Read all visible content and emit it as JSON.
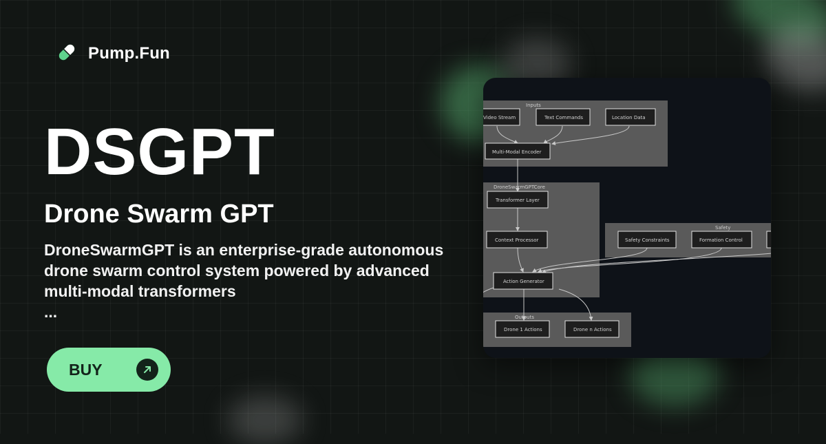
{
  "brand": {
    "name": "Pump.Fun",
    "icon": "pill-icon"
  },
  "token": {
    "symbol": "DSGPT",
    "name": "Drone Swarm GPT",
    "description": "DroneSwarmGPT is an enterprise-grade autonomous drone swarm control system powered by advanced multi-modal transformers",
    "ellipsis": "..."
  },
  "buy": {
    "label": "BUY",
    "icon": "arrow-up-right-icon"
  },
  "colors": {
    "accent": "#86eaa8",
    "accent_dark": "#13231a",
    "background": "#121614"
  },
  "diagram": {
    "groups": {
      "inputs": "Inputs",
      "core": "DroneSwarmGPTCore",
      "safety": "Safety",
      "outputs": "Outputs"
    },
    "nodes": {
      "video_stream": "Video Stream",
      "text_commands": "Text Commands",
      "location_data": "Location Data",
      "multimodal_encoder": "Multi-Modal Encoder",
      "transformer_layer": "Transformer Layer",
      "context_processor": "Context Processor",
      "safety_constraints": "Safety Constraints",
      "formation_control": "Formation Control",
      "action_generator": "Action Generator",
      "drone1_actions": "Drone 1 Actions",
      "dronen_actions": "Drone n Actions"
    }
  }
}
